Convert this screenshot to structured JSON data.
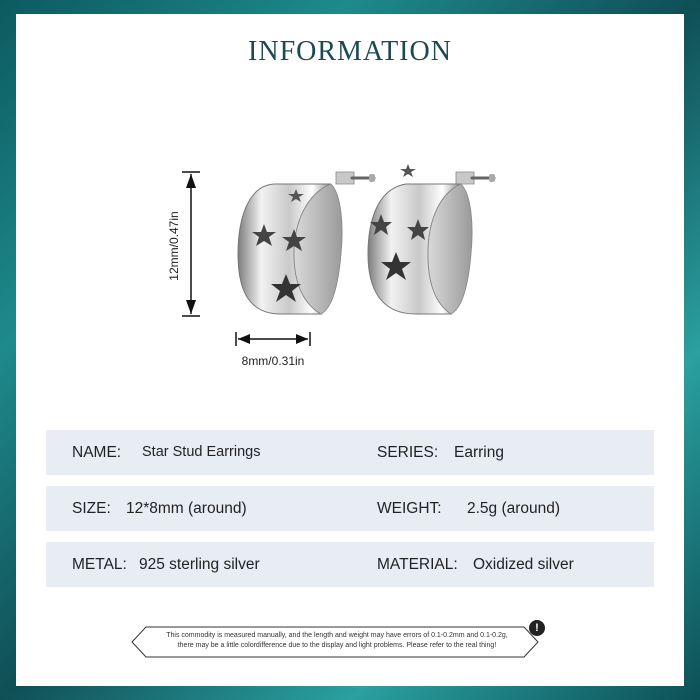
{
  "header": {
    "title": "INFORMATION"
  },
  "dimensions": {
    "height_label": "12mm/0.47in",
    "width_label": "8mm/0.31in"
  },
  "specs": {
    "rows": [
      {
        "left": {
          "label": "NAME:",
          "value": "Star Stud Earrings"
        },
        "right": {
          "label": "SERIES:",
          "value": "Earring"
        }
      },
      {
        "left": {
          "label": "SIZE:",
          "value": "12*8mm (around)"
        },
        "right": {
          "label": "WEIGHT:",
          "value": "2.5g (around)"
        }
      },
      {
        "left": {
          "label": "METAL:",
          "value": "925 sterling silver"
        },
        "right": {
          "label": "MATERIAL:",
          "value": "Oxidized silver"
        }
      }
    ]
  },
  "notice": {
    "line1": "This commodity is measured manually, and the length and weight may have errors of 0.1-0.2mm and 0.1-0.2g,",
    "line2": "there may be a little colordifference due to the display and light problems. Please refer to the real thing!",
    "icon": "exclamation-icon"
  },
  "colors": {
    "title": "#1d4a50",
    "row_bg": "#e8edf4",
    "frame": "#0c5a5f"
  }
}
